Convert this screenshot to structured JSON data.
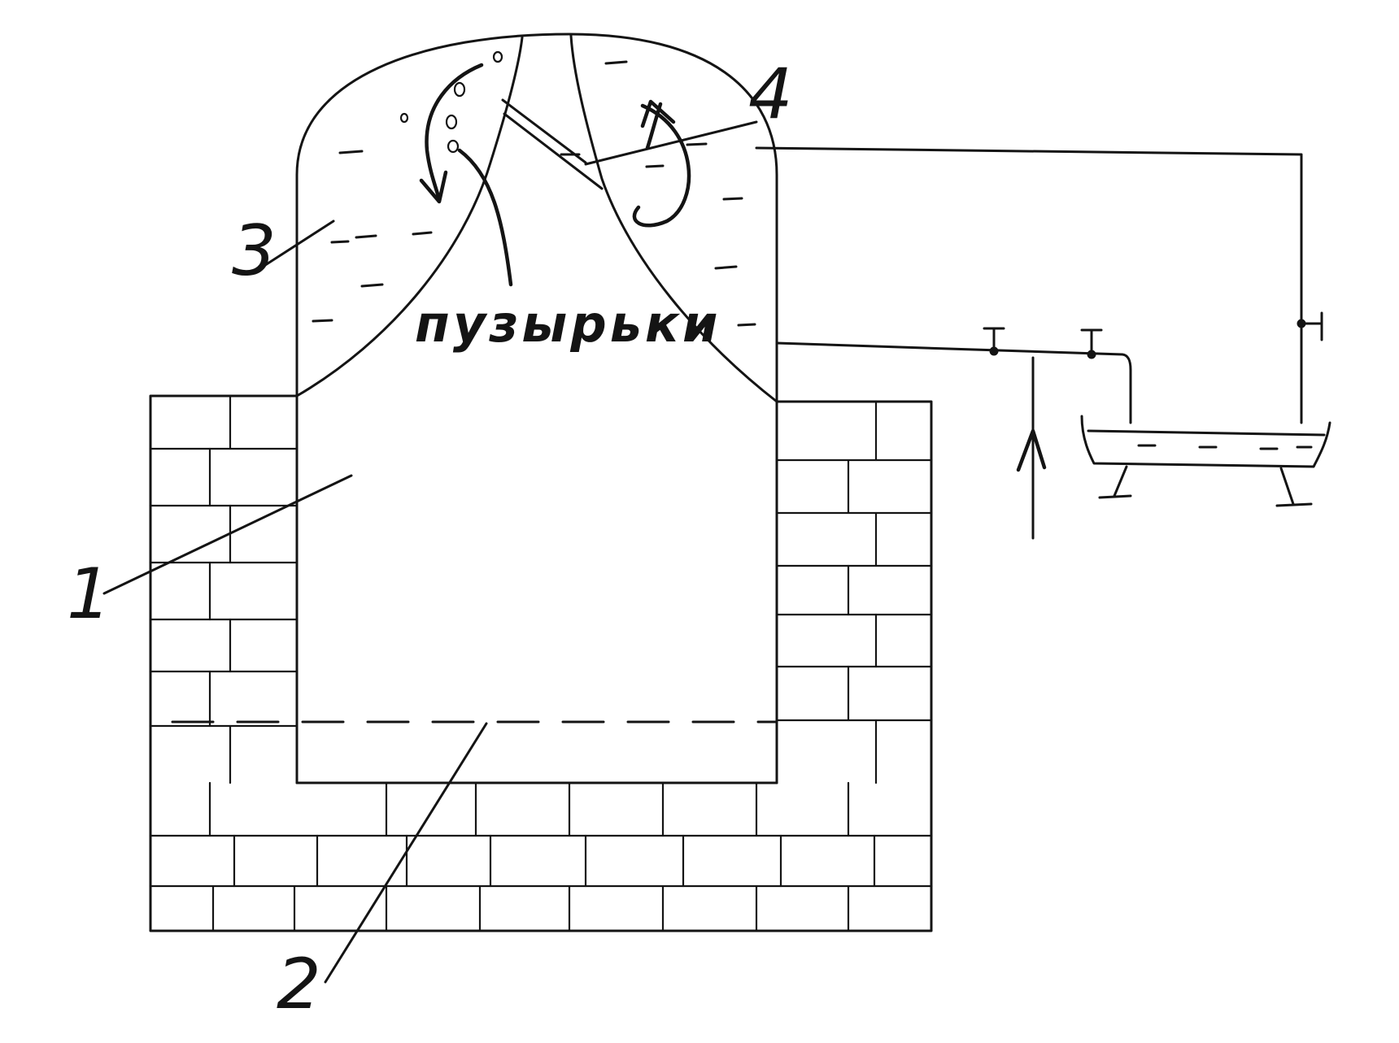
{
  "diagram": {
    "labels": {
      "item1": "1",
      "item2": "2",
      "item3": "3",
      "item4": "4",
      "bubbles": "пузырьки"
    }
  }
}
